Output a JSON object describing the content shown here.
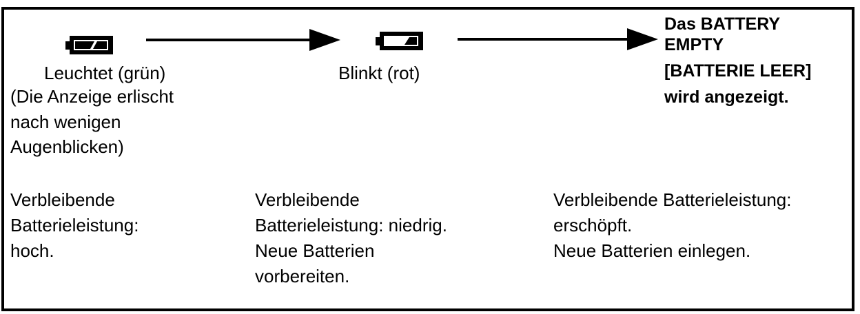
{
  "stage_1": {
    "icon": "battery-full-icon",
    "indicator": "Leuchtet (grün)",
    "note_lines": [
      "(Die Anzeige erlischt",
      "nach wenigen",
      "Augenblicken)"
    ],
    "remaining_lines": [
      "Verbleibende",
      "Batterieleistung:",
      "hoch."
    ],
    "battery_level": 1.0
  },
  "stage_2": {
    "icon": "battery-low-icon",
    "indicator": "Blinkt (rot)",
    "remaining_lines": [
      "Verbleibende",
      "Batterieleistung: niedrig.",
      "Neue Batterien",
      "vorbereiten."
    ],
    "battery_level": 0.35
  },
  "stage_3": {
    "message_lines": [
      "Das BATTERY",
      "EMPTY",
      "[BATTERIE LEER]",
      "wird  angezeigt."
    ],
    "remaining_lines": [
      "Verbleibende Batterieleistung:",
      "erschöpft.",
      "Neue Batterien einlegen."
    ]
  },
  "colors": {
    "line": "#000000",
    "background": "#ffffff"
  }
}
